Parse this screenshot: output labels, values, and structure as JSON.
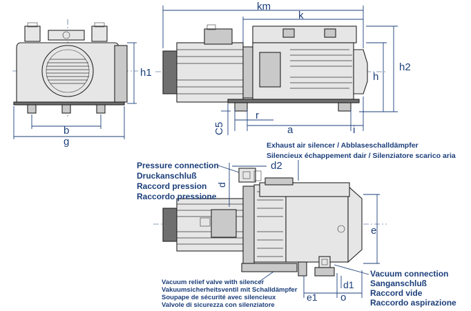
{
  "dimensions": {
    "km": "km",
    "k": "k",
    "h1": "h1",
    "h": "h",
    "h2": "h2",
    "b": "b",
    "g": "g",
    "r": "r",
    "c5": "C5",
    "a": "a",
    "i": "i",
    "d": "d",
    "d2": "d2",
    "e": "e",
    "d1": "d1",
    "e1": "e1",
    "o": "o"
  },
  "notes": {
    "exhaust": [
      "Exhaust air silencer / Abblaseschalldämpfer",
      "Silencieux échappement dair / Silenziatore scarico aria"
    ],
    "pressure": [
      "Pressure connection",
      "Druckanschluß",
      "Raccord pression",
      "Raccordo pressione"
    ],
    "relief": [
      "Vacuum relief valve with silencer",
      "Vakuumsicherheitsventil mit Schalldämpfer",
      "Soupape de sécurité avec silencieux",
      "Valvole di sicurezza con silenziatore"
    ],
    "vacuum": [
      "Vacuum connection",
      "Sanganschluß",
      "Raccord vide",
      "Raccordo aspirazione"
    ]
  },
  "colors": {
    "annotation": "#1b3e7a",
    "linework": "#222222"
  }
}
